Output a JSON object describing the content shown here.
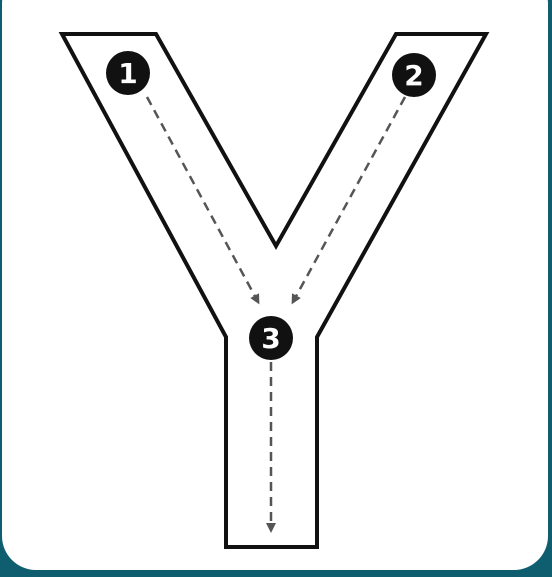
{
  "letter": "Y",
  "steps": [
    {
      "label": "1"
    },
    {
      "label": "2"
    },
    {
      "label": "3"
    }
  ],
  "colors": {
    "background": "#0f5e70",
    "sheet": "#ffffff",
    "outline": "#111111",
    "badge": "#111111",
    "arrow": "#555555"
  }
}
